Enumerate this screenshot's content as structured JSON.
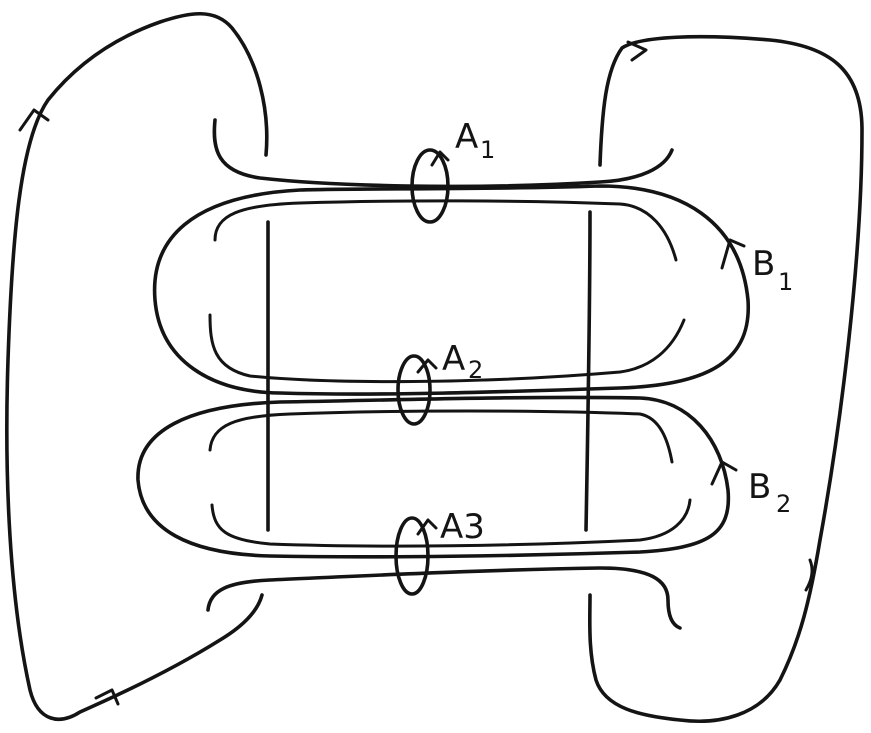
{
  "labels": {
    "a1": {
      "letter": "A",
      "sub": "1"
    },
    "a2": {
      "letter": "A",
      "sub": "2"
    },
    "a3": {
      "letter": "A3"
    },
    "b1": {
      "letter": "B",
      "sub": "1"
    },
    "b2": {
      "letter": "B",
      "sub": "2"
    }
  },
  "ink_color": "#141414",
  "background_color": "#ffffff"
}
